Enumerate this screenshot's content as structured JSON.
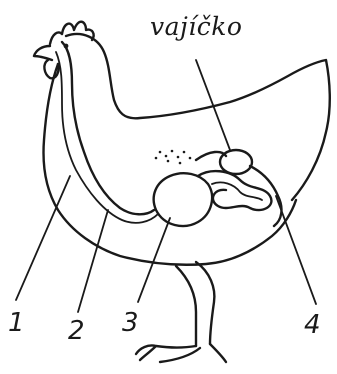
{
  "diagram": {
    "egg_label": "vajíčko",
    "labels": [
      "1",
      "2",
      "3",
      "4"
    ],
    "ink_color": "#1a1a1a",
    "background_color": "#ffffff"
  }
}
